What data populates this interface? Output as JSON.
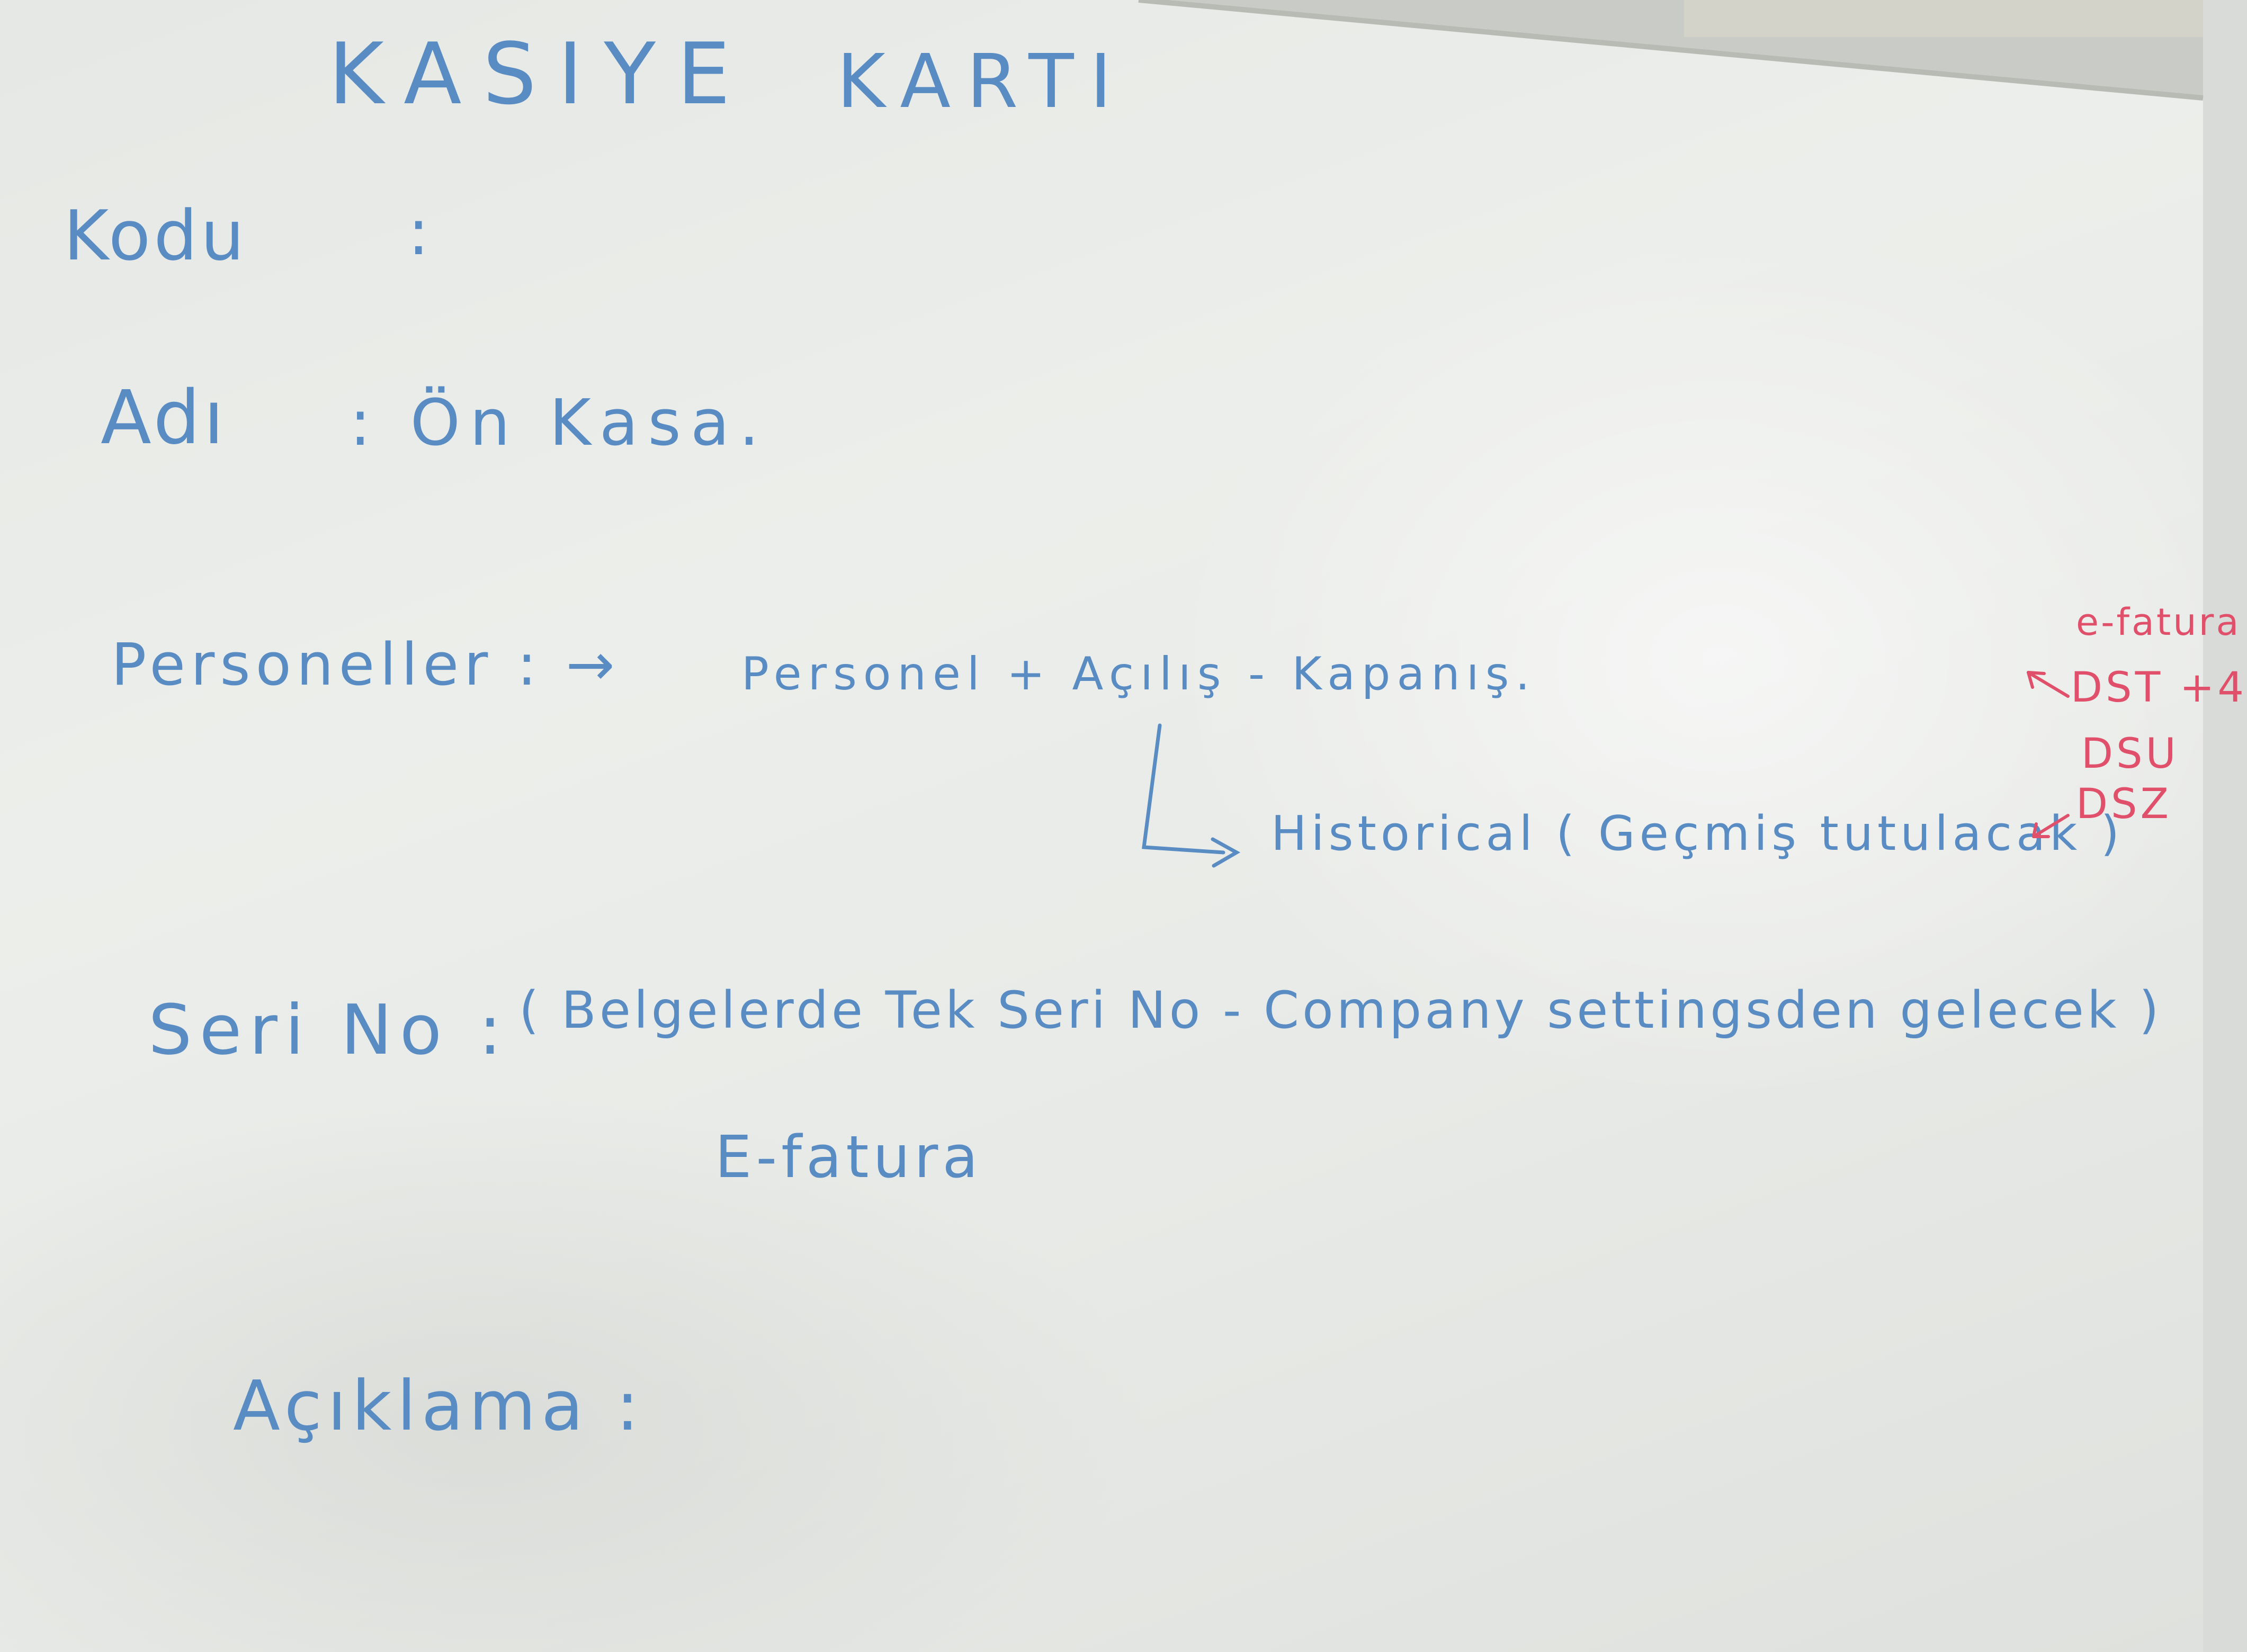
{
  "board": {
    "title": {
      "part1": "KASIYE",
      "part2": "KARTI"
    },
    "fields": {
      "kodu_label": "Kodu",
      "kodu_colon": ":",
      "adi_label": "Adı",
      "adi_value": ": Ön Kasa.",
      "personeller_label": "Personeller : →",
      "personeller_value": "Personel + Açılış - Kapanış.",
      "historical_note": "Historical ( Geçmiş tutulacak )",
      "seri_no_label": "Seri No :",
      "seri_no_value": "( Belgelerde Tek Seri No - Company settingsden gelecek )",
      "efatura_line": "E-fatura",
      "aciklama_label": "Açıklama :"
    },
    "side_notes": {
      "efatura": "e-fatura",
      "dst": "DST +4",
      "dsu": "DSU",
      "dsz": "DSZ"
    },
    "colors": {
      "blue_ink": "#5a8cc4",
      "red_ink": "#e0506a",
      "board_white": "#eceeeb"
    }
  }
}
